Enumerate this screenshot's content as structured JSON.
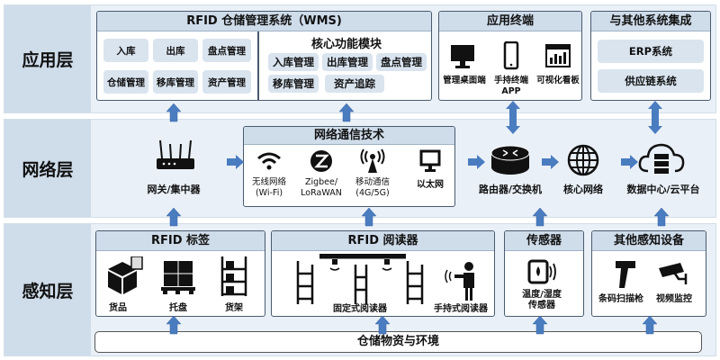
{
  "application_layer": {
    "label": "应用层",
    "wms": {
      "title": "RFID 仓储管理系统（WMS)",
      "functions": [
        "入库",
        "出库",
        "盘点管理",
        "仓储管理",
        "移库管理",
        "资产管理"
      ],
      "core": {
        "title": "核心功能模块",
        "modules": [
          "入库管理",
          "出库管理",
          "盘点管理",
          "移库管理",
          "资产追踪"
        ]
      }
    },
    "terminals": {
      "title": "应用终端",
      "items": [
        "管理桌面端",
        "手持终端\nAPP",
        "可视化看板"
      ]
    },
    "integration": {
      "title": "与其他系统集成",
      "items": [
        "ERP系统",
        "供应链系统"
      ]
    }
  },
  "network_layer": {
    "label": "网络层",
    "gateway": "网关/集中器",
    "tech": {
      "title": "网络通信技术",
      "items": [
        "无线网络\n(Wi-Fi)",
        "Zigbee/\nLoRaWAN",
        "移动通信\n(4G/5G)",
        "以太网"
      ]
    },
    "router": "路由器/交换机",
    "core_network": "核心网络",
    "datacenter": "数据中心/云平台"
  },
  "perception_layer": {
    "label": "感知层",
    "tags": {
      "title": "RFID 标签",
      "items": [
        "货品",
        "托盘",
        "货架"
      ]
    },
    "readers": {
      "title": "RFID 阅读器",
      "items": [
        "固定式阅读器",
        "手持式阅读器"
      ]
    },
    "sensors": {
      "title": "传感器",
      "items": [
        "温度/湿度\n传感器"
      ]
    },
    "other": {
      "title": "其他感知设备",
      "items": [
        "条码扫描枪",
        "视频监控"
      ]
    },
    "base": "仓储物资与环境"
  },
  "colors": {
    "arrow": "#4a7cc0",
    "header": "#cfdcea",
    "layer_bg": "#e9f0f7"
  }
}
